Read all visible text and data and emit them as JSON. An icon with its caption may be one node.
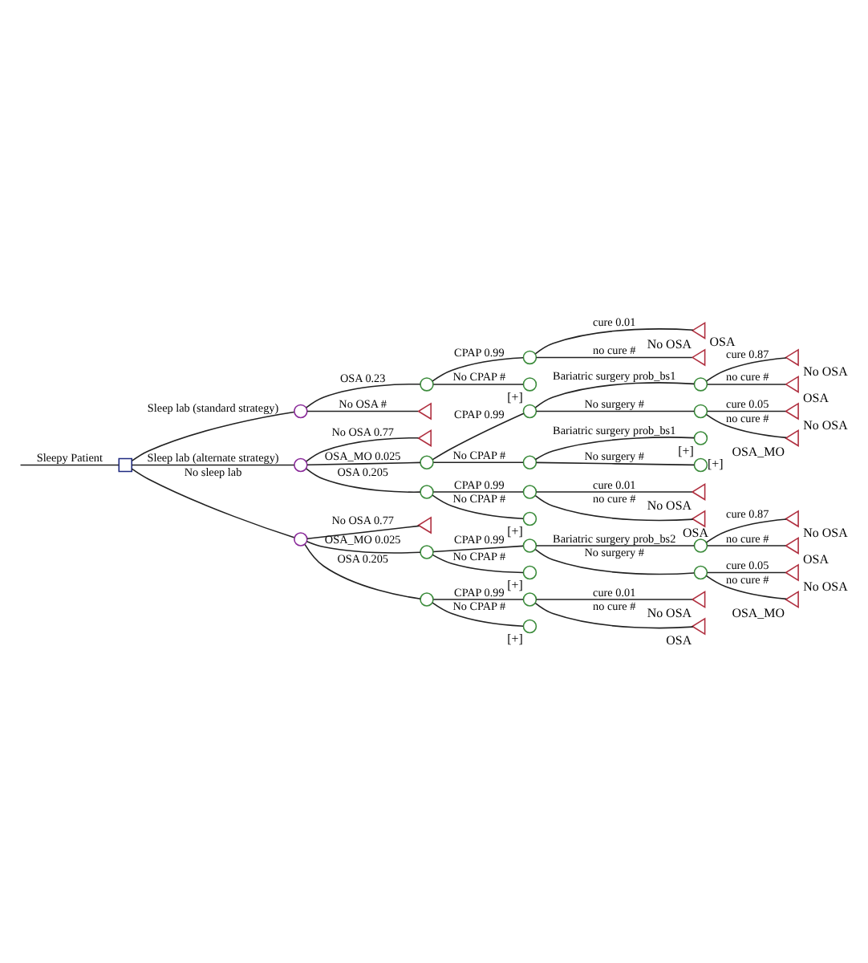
{
  "diagram": {
    "nodes": [
      {
        "text": [],
        "shape": "box"
      },
      {
        "text": [],
        "shape": "circle"
      },
      {
        "text": [],
        "shape": "circle"
      },
      {
        "text": [],
        "shape": "circle"
      },
      {
        "text": [],
        "shape": "triangle",
        "beside": [
          "No OSA"
        ]
      },
      {
        "text": [],
        "shape": "triangle",
        "beside": [
          "OSA"
        ]
      },
      {
        "text": [],
        "shape": "circle",
        "beside": [
          "[+]"
        ]
      },
      {
        "text": [],
        "shape": "triangle"
      },
      {
        "text": [],
        "shape": "circle"
      },
      {
        "text": [],
        "shape": "triangle"
      },
      {
        "text": [],
        "shape": "circle"
      },
      {
        "text": [],
        "shape": "circle"
      },
      {
        "text": [],
        "shape": "circle"
      },
      {
        "text": [],
        "shape": "triangle",
        "beside": [
          "No OSA"
        ]
      },
      {
        "text": [],
        "shape": "triangle",
        "beside": [
          "OSA"
        ]
      },
      {
        "text": [],
        "shape": "circle"
      },
      {
        "text": [],
        "shape": "triangle",
        "beside": [
          "No OSA"
        ]
      },
      {
        "text": [],
        "shape": "triangle",
        "beside": [
          "OSA_MO"
        ]
      },
      {
        "text": [],
        "shape": "circle"
      },
      {
        "text": [],
        "shape": "circle",
        "beside": [
          "[+]"
        ]
      },
      {
        "text": [],
        "shape": "circle",
        "beside": [
          "[+]"
        ]
      },
      {
        "text": [],
        "shape": "circle"
      },
      {
        "text": [],
        "shape": "circle"
      },
      {
        "text": [],
        "shape": "triangle",
        "beside": [
          "No OSA"
        ]
      },
      {
        "text": [],
        "shape": "triangle",
        "beside": [
          "OSA"
        ]
      },
      {
        "text": [],
        "shape": "circle",
        "beside": [
          "[+]"
        ]
      },
      {
        "text": [],
        "shape": "circle"
      },
      {
        "text": [],
        "shape": "triangle"
      },
      {
        "text": [],
        "shape": "circle"
      },
      {
        "text": [],
        "shape": "circle"
      },
      {
        "text": [],
        "shape": "circle"
      },
      {
        "text": [],
        "shape": "triangle",
        "beside": [
          "No OSA"
        ]
      },
      {
        "text": [],
        "shape": "triangle",
        "beside": [
          "OSA"
        ]
      },
      {
        "text": [],
        "shape": "circle"
      },
      {
        "text": [],
        "shape": "triangle",
        "beside": [
          "No OSA"
        ]
      },
      {
        "text": [],
        "shape": "triangle",
        "beside": [
          "OSA_MO"
        ]
      },
      {
        "text": [],
        "shape": "circle",
        "beside": [
          "[+]"
        ]
      },
      {
        "text": [],
        "shape": "circle"
      },
      {
        "text": [],
        "shape": "circle"
      },
      {
        "text": [],
        "shape": "triangle",
        "beside": [
          "No OSA"
        ]
      },
      {
        "text": [],
        "shape": "triangle",
        "beside": [
          "OSA"
        ]
      },
      {
        "text": [],
        "shape": "circle",
        "beside": [
          "[+]"
        ]
      }
    ],
    "edges": [
      {
        "from": null,
        "to": 0,
        "arrow": "none",
        "label": "Sleepy Patient"
      },
      {
        "from": 0,
        "to": 1,
        "arrow": "none",
        "label": "Sleep lab (standard strategy)"
      },
      {
        "from": 1,
        "to": 2,
        "arrow": "none",
        "label": "OSA 0.23"
      },
      {
        "from": 2,
        "to": 3,
        "arrow": "none",
        "label": "CPAP 0.99"
      },
      {
        "from": 3,
        "to": 4,
        "arrow": "none",
        "label": "cure 0.01"
      },
      {
        "from": 3,
        "to": 5,
        "arrow": "none",
        "label": "no cure #"
      },
      {
        "from": 2,
        "to": 6,
        "arrow": "none",
        "label": "No CPAP #"
      },
      {
        "from": 1,
        "to": 7,
        "arrow": "none",
        "label": "No OSA #"
      },
      {
        "from": 0,
        "to": 8,
        "arrow": "none",
        "label": "Sleep lab (alternate strategy)"
      },
      {
        "from": 8,
        "to": 9,
        "arrow": "none",
        "label": "No OSA 0.77"
      },
      {
        "from": 8,
        "to": 10,
        "arrow": "none",
        "label": "OSA_MO 0.025"
      },
      {
        "from": 10,
        "to": 11,
        "arrow": "none",
        "label": "CPAP 0.99"
      },
      {
        "from": 11,
        "to": 12,
        "arrow": "none",
        "label": "Bariatric surgery prob_bs1"
      },
      {
        "from": 12,
        "to": 13,
        "arrow": "none",
        "label": "cure 0.87"
      },
      {
        "from": 12,
        "to": 14,
        "arrow": "none",
        "label": "no cure #"
      },
      {
        "from": 11,
        "to": 15,
        "arrow": "none",
        "label": "No surgery #"
      },
      {
        "from": 15,
        "to": 16,
        "arrow": "none",
        "label": "cure 0.05"
      },
      {
        "from": 15,
        "to": 17,
        "arrow": "none",
        "label": "no cure #"
      },
      {
        "from": 10,
        "to": 18,
        "arrow": "none",
        "label": "No CPAP #"
      },
      {
        "from": 18,
        "to": 19,
        "arrow": "none",
        "label": "Bariatric surgery prob_bs1"
      },
      {
        "from": 18,
        "to": 20,
        "arrow": "none",
        "label": "No surgery #"
      },
      {
        "from": 8,
        "to": 21,
        "arrow": "none",
        "label": "OSA 0.205"
      },
      {
        "from": 21,
        "to": 22,
        "arrow": "none",
        "label": "CPAP 0.99"
      },
      {
        "from": 22,
        "to": 23,
        "arrow": "none",
        "label": "cure 0.01"
      },
      {
        "from": 22,
        "to": 24,
        "arrow": "none",
        "label": "no cure #"
      },
      {
        "from": 21,
        "to": 25,
        "arrow": "none",
        "label": "No CPAP #"
      },
      {
        "from": 0,
        "to": 26,
        "arrow": "none",
        "label": "No sleep lab"
      },
      {
        "from": 26,
        "to": 27,
        "arrow": "none",
        "label": "No OSA 0.77"
      },
      {
        "from": 26,
        "to": 28,
        "arrow": "none",
        "label": "OSA_MO 0.025"
      },
      {
        "from": 28,
        "to": 29,
        "arrow": "none",
        "label": "CPAP 0.99"
      },
      {
        "from": 29,
        "to": 30,
        "arrow": "none",
        "label": "Bariatric surgery prob_bs2"
      },
      {
        "from": 30,
        "to": 31,
        "arrow": "none",
        "label": "cure 0.87"
      },
      {
        "from": 30,
        "to": 32,
        "arrow": "none",
        "label": "no cure #"
      },
      {
        "from": 29,
        "to": 33,
        "arrow": "none",
        "label": "No surgery #"
      },
      {
        "from": 33,
        "to": 34,
        "arrow": "none",
        "label": "cure 0.05"
      },
      {
        "from": 33,
        "to": 35,
        "arrow": "none",
        "label": "no cure #"
      },
      {
        "from": 28,
        "to": 36,
        "arrow": "none",
        "label": "No CPAP #"
      },
      {
        "from": 26,
        "to": 37,
        "arrow": "none",
        "label": "OSA 0.205"
      },
      {
        "from": 37,
        "to": 38,
        "arrow": "none",
        "label": "CPAP 0.99"
      },
      {
        "from": 38,
        "to": 39,
        "arrow": "none",
        "label": "cure 0.01"
      },
      {
        "from": 38,
        "to": 40,
        "arrow": "none",
        "label": "no cure #"
      },
      {
        "from": 37,
        "to": 41,
        "arrow": "none",
        "label": "No CPAP #"
      }
    ]
  }
}
